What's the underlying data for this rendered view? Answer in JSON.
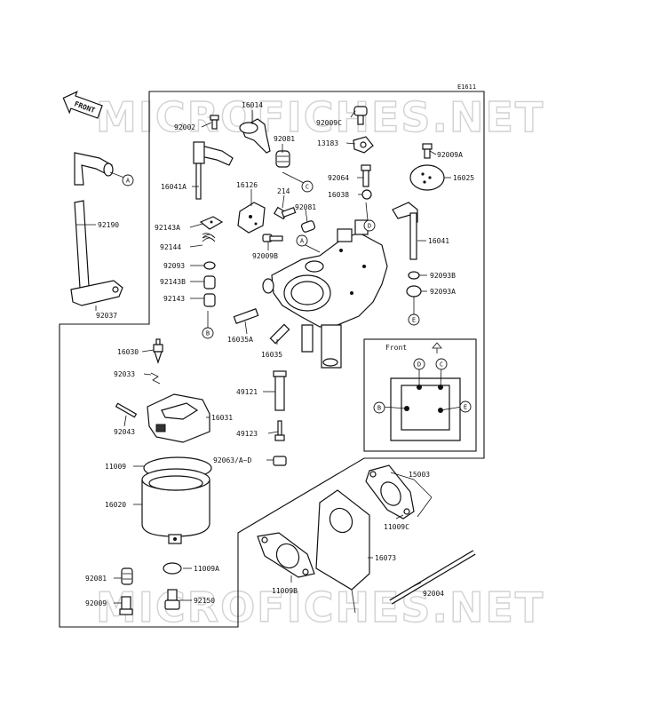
{
  "diagram": {
    "code": "E1611",
    "front_arrow": "FRONT",
    "inset_title": "Front",
    "watermarks": [
      "MICROFICHES.NET",
      "MICROFICHES.NET"
    ],
    "parts": [
      {
        "id": "p16014",
        "label": "16014"
      },
      {
        "id": "p92002",
        "label": "92002"
      },
      {
        "id": "p92009C",
        "label": "92009C"
      },
      {
        "id": "p92081a",
        "label": "92081"
      },
      {
        "id": "p13183",
        "label": "13183"
      },
      {
        "id": "p92009A",
        "label": "92009A"
      },
      {
        "id": "p16041A",
        "label": "16041A"
      },
      {
        "id": "p16126",
        "label": "16126"
      },
      {
        "id": "p214",
        "label": "214"
      },
      {
        "id": "p92064",
        "label": "92064"
      },
      {
        "id": "p16025",
        "label": "16025"
      },
      {
        "id": "p16038",
        "label": "16038"
      },
      {
        "id": "p92081b",
        "label": "92081"
      },
      {
        "id": "p92190",
        "label": "92190"
      },
      {
        "id": "p92143A",
        "label": "92143A"
      },
      {
        "id": "p16041",
        "label": "16041"
      },
      {
        "id": "p92144",
        "label": "92144"
      },
      {
        "id": "p92009B",
        "label": "92009B"
      },
      {
        "id": "p92093",
        "label": "92093"
      },
      {
        "id": "p92093B",
        "label": "92093B"
      },
      {
        "id": "p92143B",
        "label": "92143B"
      },
      {
        "id": "p92093A",
        "label": "92093A"
      },
      {
        "id": "p92143",
        "label": "92143"
      },
      {
        "id": "p92037",
        "label": "92037"
      },
      {
        "id": "p16035A",
        "label": "16035A"
      },
      {
        "id": "p16030",
        "label": "16030"
      },
      {
        "id": "p16035",
        "label": "16035"
      },
      {
        "id": "p92033",
        "label": "92033"
      },
      {
        "id": "p49121",
        "label": "49121"
      },
      {
        "id": "p16031",
        "label": "16031"
      },
      {
        "id": "p92043",
        "label": "92043"
      },
      {
        "id": "p49123",
        "label": "49123"
      },
      {
        "id": "p11009",
        "label": "11009"
      },
      {
        "id": "p92063",
        "label": "92063/A~D"
      },
      {
        "id": "p15003",
        "label": "15003"
      },
      {
        "id": "p16020",
        "label": "16020"
      },
      {
        "id": "p11009C",
        "label": "11009C"
      },
      {
        "id": "p16073",
        "label": "16073"
      },
      {
        "id": "p92081c",
        "label": "92081"
      },
      {
        "id": "p11009A",
        "label": "11009A"
      },
      {
        "id": "p92004",
        "label": "92004"
      },
      {
        "id": "p11009B",
        "label": "11009B"
      },
      {
        "id": "p92009",
        "label": "92009"
      },
      {
        "id": "p92150",
        "label": "92150"
      }
    ],
    "callouts": [
      "A",
      "B",
      "C",
      "D",
      "E"
    ]
  }
}
